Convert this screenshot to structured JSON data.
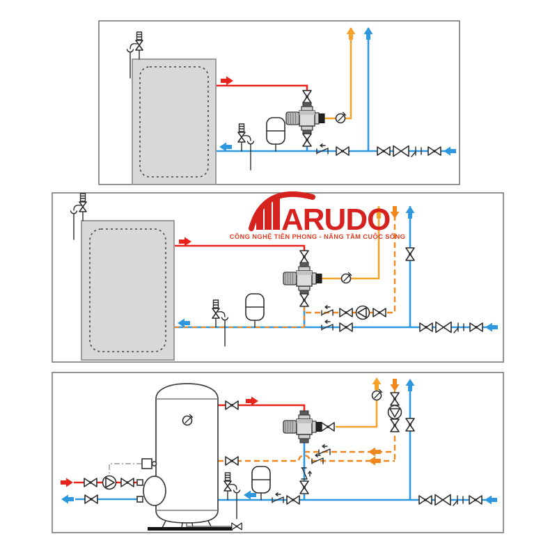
{
  "brand": {
    "name": "HARUDO",
    "wordmark": "ARUDO",
    "tagline": "CÔNG NGHỆ TIÊN PHONG - NÂNG TẦM CUỘC SỐNG"
  },
  "colors": {
    "hot": "#e8231b",
    "cold": "#2e97de",
    "mixed": "#f5a22b",
    "recirc": "#f0861c",
    "logo-red": "#d6221f",
    "tank-fill": "#d8d8d8",
    "tank-stroke": "#9a9a9a",
    "panel-border": "#6e6e6e",
    "background": "#ffffff"
  },
  "panels": [
    {
      "id": "panel-1",
      "subject": "wall-water-heater-basic-installation",
      "components": [
        "water-heater-tank",
        "safety-relief-valve",
        "tundish-funnel",
        "thermostatic-mixing-valve",
        "shutoff-valve",
        "check-valve",
        "expansion-vessel",
        "temperature-gauge",
        "test-cock"
      ],
      "flows": [
        "hot-out",
        "cold-in",
        "mixed-out"
      ]
    },
    {
      "id": "panel-2",
      "subject": "water-heater-with-recirculation-loop",
      "components": [
        "water-heater-tank",
        "safety-relief-valve",
        "tundish-funnel",
        "thermostatic-mixing-valve",
        "shutoff-valve",
        "check-valve",
        "circulation-pump",
        "expansion-vessel",
        "temperature-gauge",
        "test-cock"
      ],
      "flows": [
        "hot-out",
        "cold-in",
        "mixed-out",
        "recirculation-return"
      ]
    },
    {
      "id": "panel-3",
      "subject": "storage-tank-with-boiler-loop-and-recirculation",
      "components": [
        "storage-tank",
        "boiler-pump",
        "thermostat-sensor",
        "flange-heat-exchanger",
        "drain-valve",
        "safety-relief-valve",
        "tundish-funnel",
        "thermostatic-mixing-valve",
        "shutoff-valve",
        "check-valve",
        "circulation-pump",
        "expansion-vessel",
        "temperature-gauge",
        "test-cock"
      ],
      "flows": [
        "boiler-supply",
        "boiler-return",
        "hot-out",
        "cold-in",
        "mixed-out",
        "recirculation-return"
      ]
    }
  ]
}
